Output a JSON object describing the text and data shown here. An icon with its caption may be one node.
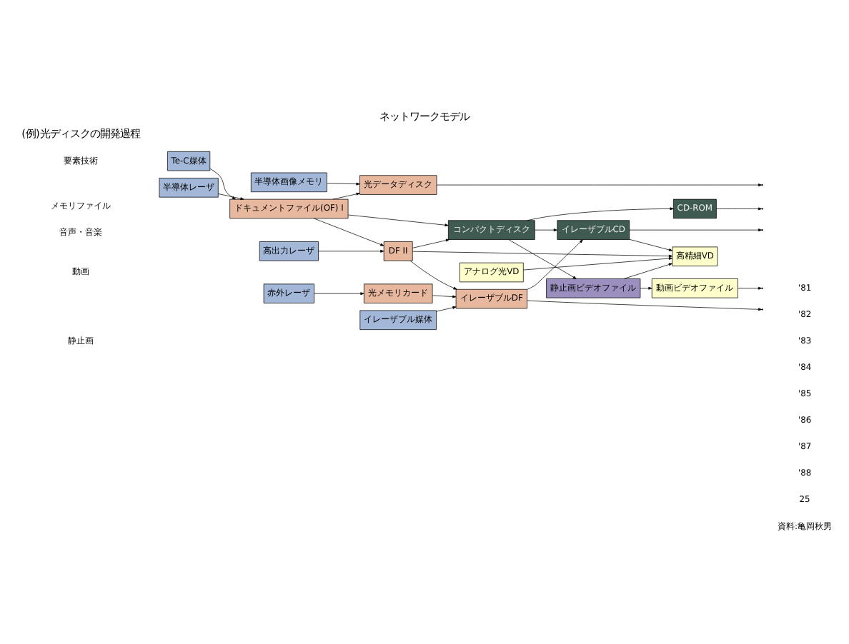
{
  "diagram": {
    "title": "ネットワークモデル",
    "nodes": [
      {
        "text": [
          "アナログ光VD"
        ]
      },
      {
        "text": [
          "高精細VD"
        ]
      },
      {
        "text": [
          "動画ビデオファイル"
        ]
      },
      {
        "text": [
          "静止画ビデオファイル"
        ]
      },
      {
        "text": [
          "コンパクトディスク"
        ]
      },
      {
        "text": [
          "イレーザブルCD"
        ]
      },
      {
        "text": [
          "CD-ROM"
        ]
      },
      {
        "text": [
          "ドキュメントファイル(OF) I"
        ]
      },
      {
        "text": [
          "DF II"
        ]
      },
      {
        "text": [
          "イレーザブルDF"
        ]
      },
      {
        "text": [
          "光データディスク"
        ]
      },
      {
        "text": [
          "光メモリカード"
        ]
      },
      {
        "text": [
          "Te-C媒体"
        ]
      },
      {
        "text": [
          "半導体レーザ"
        ]
      },
      {
        "text": [
          "高出力レーザ"
        ]
      },
      {
        "text": [
          "イレーザブル媒体"
        ]
      },
      {
        "text": [
          "赤外レーザ"
        ]
      },
      {
        "text": [
          "半導体画像メモリ"
        ]
      }
    ],
    "edges": [
      {
        "from": 0,
        "to": 1,
        "arrow": "to"
      },
      {
        "from": 3,
        "to": 1,
        "arrow": "to"
      },
      {
        "from": 3,
        "to": 2,
        "arrow": "to"
      },
      {
        "from": 2,
        "to": null,
        "arrow": "to"
      },
      {
        "from": 4,
        "to": 3,
        "arrow": "to"
      },
      {
        "from": 8,
        "to": 1,
        "arrow": "to"
      },
      {
        "from": 8,
        "to": 4,
        "arrow": "to"
      },
      {
        "from": 4,
        "to": 5,
        "arrow": "to"
      },
      {
        "from": 4,
        "to": 6,
        "arrow": "to"
      },
      {
        "from": 5,
        "to": 1,
        "arrow": "to"
      },
      {
        "from": 5,
        "to": null,
        "arrow": "to"
      },
      {
        "from": 6,
        "to": null,
        "arrow": "to"
      },
      {
        "from": 7,
        "to": 4,
        "arrow": "to"
      },
      {
        "from": 12,
        "to": 7,
        "arrow": "to"
      },
      {
        "from": 13,
        "to": 7,
        "arrow": "to"
      },
      {
        "from": 7,
        "to": 8,
        "arrow": "to"
      },
      {
        "from": 7,
        "to": 10,
        "arrow": "to"
      },
      {
        "from": 14,
        "to": 8,
        "arrow": "to"
      },
      {
        "from": 8,
        "to": 9,
        "arrow": "to"
      },
      {
        "from": 9,
        "to": 5,
        "arrow": "to"
      },
      {
        "from": 9,
        "to": null,
        "arrow": "to"
      },
      {
        "from": 10,
        "to": null,
        "arrow": "to"
      },
      {
        "from": 15,
        "to": 9,
        "arrow": "to"
      },
      {
        "from": 11,
        "to": 9,
        "arrow": "to"
      },
      {
        "from": 16,
        "to": 11,
        "arrow": "to"
      },
      {
        "from": 17,
        "to": 10,
        "arrow": "to"
      }
    ],
    "labels": [
      "(例)光ディスクの開発過程",
      "動画",
      "静止画",
      "音声・音楽",
      "メモリファイル",
      "要素技術",
      "'81",
      "'82",
      "'83",
      "'84",
      "'85",
      "'86",
      "'87",
      "'88",
      "25",
      "資料:亀岡秋男"
    ]
  }
}
